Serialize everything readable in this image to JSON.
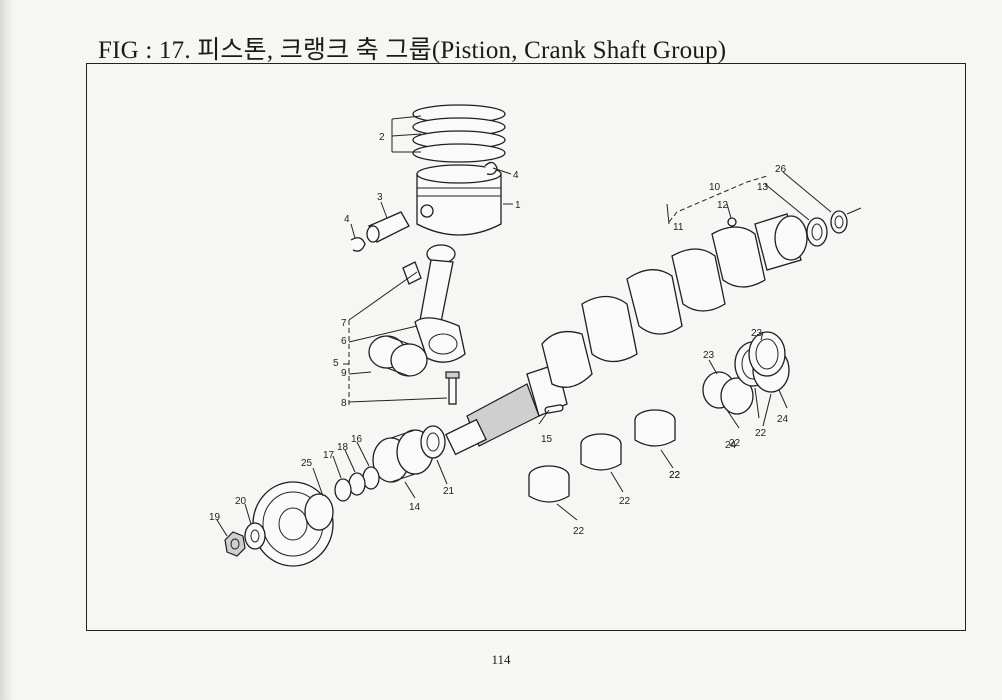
{
  "figure": {
    "title": "FIG : 17. 피스톤, 크랭크 축 그룹(Pistion, Crank Shaft Group)",
    "page_number": "114"
  },
  "callouts": [
    "1",
    "2",
    "3",
    "4",
    "4",
    "5",
    "6",
    "7",
    "8",
    "9",
    "10",
    "11",
    "12",
    "13",
    "14",
    "15",
    "16",
    "17",
    "18",
    "19",
    "20",
    "21",
    "22",
    "22",
    "22",
    "22",
    "22",
    "22",
    "23",
    "23",
    "24",
    "24",
    "25",
    "26"
  ]
}
